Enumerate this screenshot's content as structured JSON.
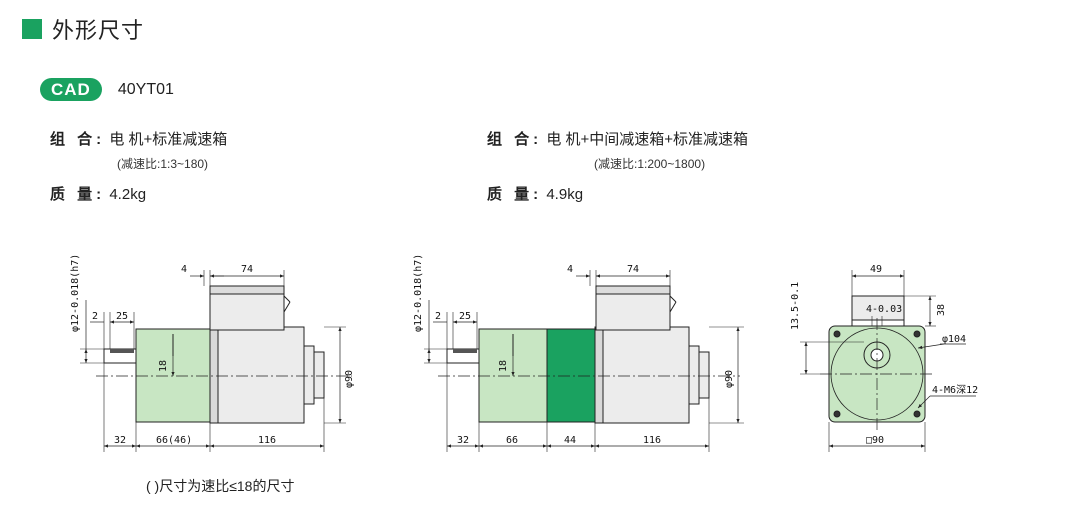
{
  "header": {
    "title": "外形尺寸",
    "accent": "#1aa260"
  },
  "cad": {
    "badge": "CAD",
    "model": "40YT01"
  },
  "specs": {
    "left": {
      "combo_label": "组 合:",
      "combo_value": "电 机+标准减速箱",
      "ratio": "(减速比:1:3~180)",
      "mass_label": "质 量:",
      "mass_value": "4.2kg"
    },
    "right": {
      "combo_label": "组 合:",
      "combo_value": "电 机+中间减速箱+标准减速箱",
      "ratio": "(减速比:1:200~1800)",
      "mass_label": "质 量:",
      "mass_value": "4.9kg"
    }
  },
  "drawing1": {
    "shaft": "φ12-0.018(h7)",
    "d2": "2",
    "d25": "25",
    "d4": "4",
    "d74": "74",
    "d18": "18",
    "d90": "φ90",
    "d32": "32",
    "d66": "66(46)",
    "d116": "116"
  },
  "drawing2": {
    "shaft": "φ12-0.018(h7)",
    "d2": "2",
    "d25": "25",
    "d4": "4",
    "d74": "74",
    "d18": "18",
    "d90": "φ90",
    "d32": "32",
    "d66": "66",
    "d44": "44",
    "d116": "116"
  },
  "drawing3": {
    "d49": "49",
    "d4tol": "4-0.03",
    "d38": "38",
    "d135": "13.5-0.1",
    "d104": "φ104",
    "holes": "4-M6深12",
    "d90sq": "□90"
  },
  "note": "( )尺寸为速比≤18的尺寸",
  "colors": {
    "gearbox": "#c8e6c3",
    "middle_gearbox": "#1aa260",
    "motor": "#ececec",
    "line": "#222222"
  }
}
